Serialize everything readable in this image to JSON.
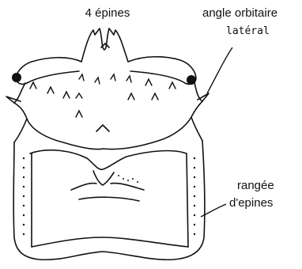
{
  "labels": {
    "spines": "4 épines",
    "orbital_angle_line1": "angle orbitaire",
    "orbital_angle_line2": "latéral",
    "spine_row_line1": "rangée",
    "spine_row_line2": "d'epines"
  },
  "colors": {
    "ink": "#111111",
    "background": "#ffffff"
  }
}
